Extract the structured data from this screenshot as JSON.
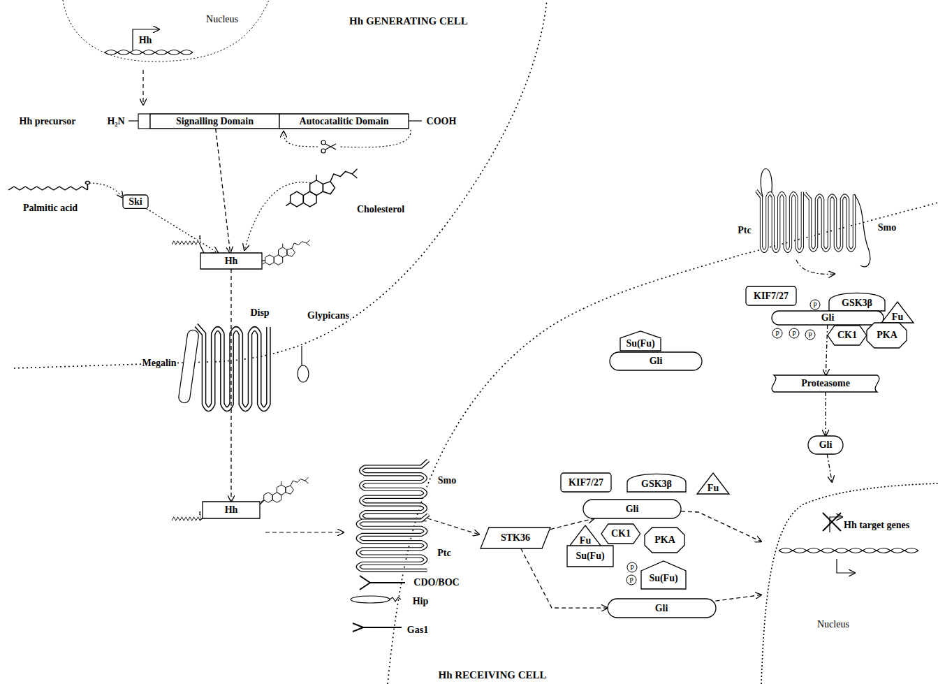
{
  "diagram": {
    "nodes": [
      {
        "text": [
          "Signalling Domain"
        ]
      },
      {
        "text": [
          "Autocatalitic Domain"
        ]
      },
      {
        "text": [
          "Ski"
        ]
      },
      {
        "text": [
          "Hh"
        ]
      },
      {
        "text": [
          "KIF7/27"
        ]
      },
      {
        "text": [
          "GSK3β"
        ]
      },
      {
        "text": [
          "Fu"
        ]
      },
      {
        "text": [
          "Gli"
        ]
      },
      {
        "text": [
          "CK1"
        ]
      },
      {
        "text": [
          "PKA"
        ]
      },
      {
        "text": [
          "Su(Fu)"
        ]
      },
      {
        "text": [
          "Gli"
        ]
      },
      {
        "text": [
          "Proteasome"
        ]
      },
      {
        "text": [
          "Gli"
        ]
      },
      {
        "text": [
          "Hh"
        ]
      },
      {
        "text": [
          "STK36"
        ]
      },
      {
        "text": [
          "KIF7/27"
        ]
      },
      {
        "text": [
          "GSK3β"
        ]
      },
      {
        "text": [
          "Fu"
        ]
      },
      {
        "text": [
          "Gli"
        ]
      },
      {
        "text": [
          "CK1"
        ]
      },
      {
        "text": [
          "PKA"
        ]
      },
      {
        "text": [
          "Fu"
        ]
      },
      {
        "text": [
          "Su(Fu)"
        ]
      },
      {
        "text": [
          "Su(Fu)"
        ]
      },
      {
        "text": [
          "Gli"
        ]
      },
      {
        "text": [
          "Hh target genes",
          "Nucleus"
        ]
      }
    ],
    "edges": [
      {
        "from": 0,
        "to": 3,
        "arrow": "to"
      },
      {
        "from": 2,
        "to": 3,
        "arrow": "to"
      },
      {
        "from": 3,
        "to": 14,
        "arrow": "to"
      },
      {
        "from": 15,
        "to": 19,
        "arrow": "to"
      },
      {
        "from": 15,
        "to": 25,
        "arrow": "to"
      },
      {
        "from": 19,
        "to": 26,
        "arrow": "to"
      },
      {
        "from": 25,
        "to": 26,
        "arrow": "to"
      },
      {
        "from": 7,
        "to": 12,
        "arrow": "to"
      },
      {
        "from": 12,
        "to": 13,
        "arrow": "to"
      },
      {
        "from": 13,
        "to": 26,
        "arrow": "to"
      }
    ],
    "labels": [
      "Nucleus",
      "Hh",
      "Hh GENERATING CELL",
      "Hh precursor",
      "H₂N",
      "COOH",
      "Palmitic acid",
      "Cholesterol",
      "Megalin",
      "Disp",
      "Glypicans",
      "Ptc",
      "Smo",
      "P",
      "P",
      "P",
      "P",
      "Smo",
      "Ptc",
      "CDO/BOC",
      "Hip",
      "Gas1",
      "P",
      "P",
      "Hh RECEIVING CELL"
    ]
  }
}
